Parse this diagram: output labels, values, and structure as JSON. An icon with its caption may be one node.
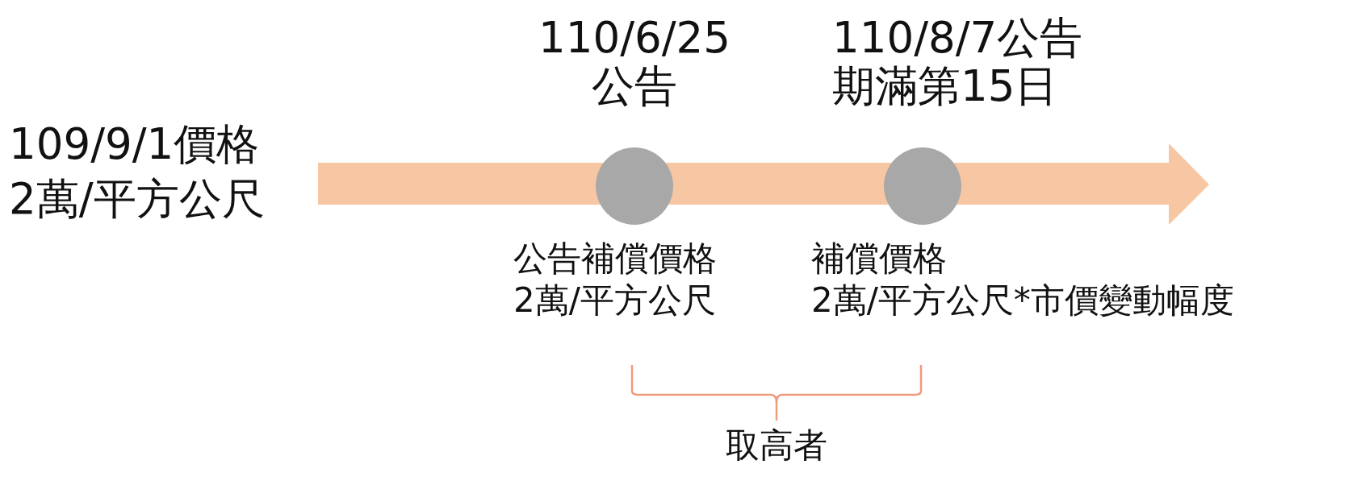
{
  "diagram": {
    "nodes": [
      {
        "text": [],
        "shape": "circle",
        "beside": [
          "110/6/25",
          "公告",
          "公告補償價格",
          "2萬/平方公尺"
        ]
      },
      {
        "text": [],
        "shape": "circle",
        "beside": [
          "110/8/7公告",
          "期滿第15日",
          "補償價格",
          "2萬/平方公尺*市價變動幅度"
        ]
      }
    ],
    "edges": [],
    "labels": [
      "109/9/1價格",
      "2萬/平方公尺",
      "取高者"
    ]
  }
}
